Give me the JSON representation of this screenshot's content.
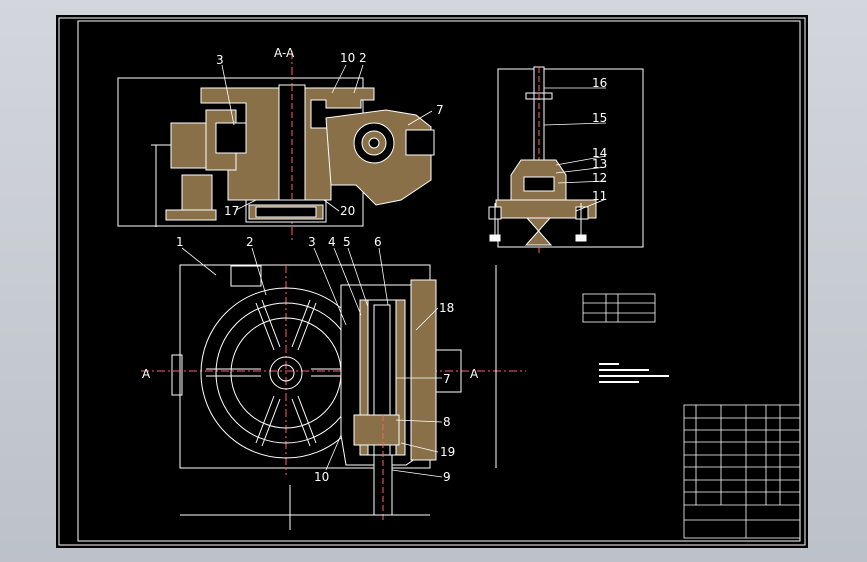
{
  "drawing": {
    "section_top": "A-A",
    "section_left": "A",
    "section_right": "A",
    "callouts_top": [
      "3",
      "10",
      "2",
      "7",
      "17",
      "20"
    ],
    "callouts_side": [
      "16",
      "15",
      "14",
      "13",
      "12",
      "11"
    ],
    "callouts_plan": [
      "1",
      "2",
      "3",
      "4",
      "5",
      "6",
      "18",
      "7",
      "8",
      "19",
      "9",
      "10"
    ]
  },
  "colors": {
    "background": "#000000",
    "line": "#ffffff",
    "hatch": "#b8a070",
    "accent": "#ff4040",
    "dim": "#ffffff"
  }
}
